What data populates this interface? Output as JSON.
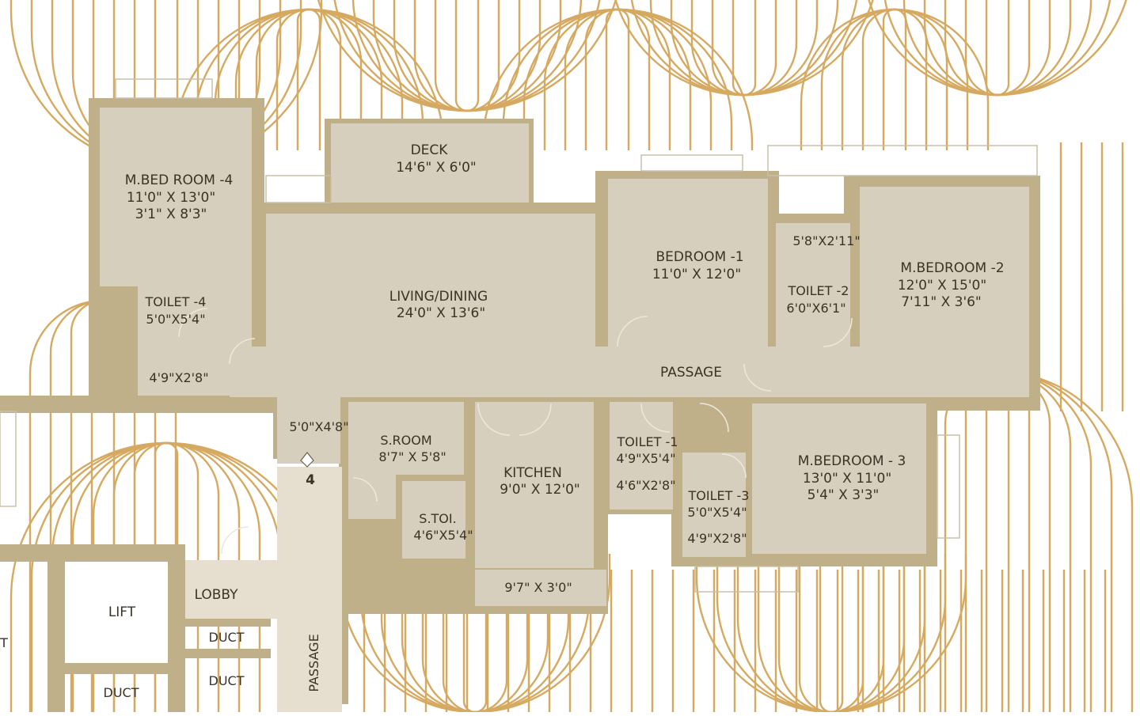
{
  "colors": {
    "background": "#ffffff",
    "pattern_line": "#d4a558",
    "wall": "#bfb08a",
    "floor": "#d6cfbd",
    "passage_floor": "#e6dfcf",
    "window": "#c8c0a8",
    "text": "#3a3426"
  },
  "rooms": {
    "deck": {
      "name": "DECK",
      "size": "14'6\" X 6'0\""
    },
    "mbed4": {
      "name": "M.BED ROOM -4",
      "size": "11'0\" X 13'0\"",
      "extra": "3'1\" X 8'3\""
    },
    "toilet4": {
      "name": "TOILET -4",
      "size": "5'0\"X5'4\""
    },
    "toilet4_dry": {
      "size": "4'9\"X2'8\""
    },
    "living": {
      "name": "LIVING/DINING",
      "size": "24'0\" X 13'6\""
    },
    "bedroom1": {
      "name": "BEDROOM -1",
      "size": "11'0\" X 12'0\""
    },
    "toilet2_dry": {
      "size": "5'8\"X2'11\""
    },
    "toilet2": {
      "name": "TOILET -2",
      "size": "6'0\"X6'1\""
    },
    "mbed2": {
      "name": "M.BEDROOM -2",
      "size": "12'0\" X 15'0\"",
      "extra": "7'11\" X 3'6\""
    },
    "passage": {
      "name": "PASSAGE"
    },
    "foyer": {
      "size": "5'0\"X4'8\""
    },
    "sroom": {
      "name": "S.ROOM",
      "size": "8'7\" X 5'8\""
    },
    "kitchen": {
      "name": "KITCHEN",
      "size": "9'0\" X 12'0\""
    },
    "toilet1": {
      "name": "TOILET -1",
      "size": "4'9\"X5'4\""
    },
    "toilet1_dry": {
      "size": "4'6\"X2'8\""
    },
    "mbed3": {
      "name": "M.BEDROOM - 3",
      "size": "13'0\" X 11'0\"",
      "extra": "5'4\" X 3'3\""
    },
    "toilet3": {
      "name": "TOILET -3",
      "size": "5'0\"X5'4\""
    },
    "toilet3_dry": {
      "size": "4'9\"X2'8\""
    },
    "stoi": {
      "name": "S.TOI.",
      "size": "4'6\"X5'4\""
    },
    "utility": {
      "size": "9'7\" X 3'0\""
    }
  },
  "common": {
    "lobby": "LOBBY",
    "lift": "LIFT",
    "duct1": "DUCT",
    "duct2": "DUCT",
    "duct3": "DUCT",
    "passage_vertical": "PASSAGE",
    "unit_number": "4",
    "edge_letter": "T"
  }
}
